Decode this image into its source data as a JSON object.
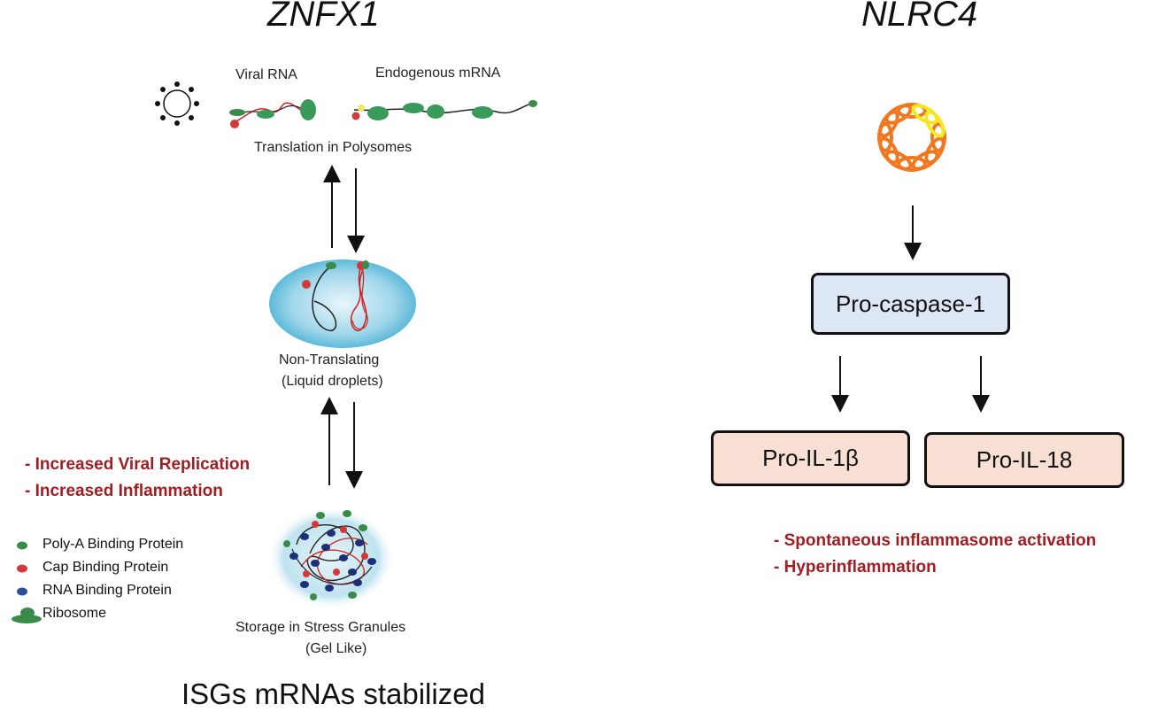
{
  "left_panel": {
    "title": "ZNFX1",
    "viral_rna_label": "Viral RNA",
    "endogenous_mrna_label": "Endogenous mRNA",
    "translation_label": "Translation in Polysomes",
    "non_translating_label_line1": "Non-Translating",
    "non_translating_label_line2": "(Liquid droplets)",
    "storage_label_line1": "Storage in Stress Granules",
    "storage_label_line2": "(Gel Like)",
    "effects": [
      "- Increased Viral Replication",
      "- Increased Inflammation"
    ],
    "footer": "ISGs mRNAs stabilized",
    "legend": [
      {
        "label": "Poly-A Binding Protein",
        "color": "#3a8a4a"
      },
      {
        "label": "Cap Binding Protein",
        "color": "#d23a3a"
      },
      {
        "label": "RNA Binding Protein",
        "color": "#2a4da0"
      },
      {
        "label": "Ribosome",
        "color": "#3a8a4a"
      }
    ]
  },
  "right_panel": {
    "title": "NLRC4",
    "pro_caspase": "Pro-caspase-1",
    "pro_il1b": "Pro-IL-1β",
    "pro_il18": "Pro-IL-18",
    "effects": [
      "- Spontaneous inflammasome activation",
      "- Hyperinflammation"
    ]
  },
  "colors": {
    "effect_red": "#a01e22",
    "caspase_box_fill": "#dde6f5",
    "il_box_fill": "#f8dfd3",
    "inflammasome_orange": "#f07820",
    "inflammasome_yellow": "#f5e820",
    "droplet_blue": "#6ec3df"
  }
}
